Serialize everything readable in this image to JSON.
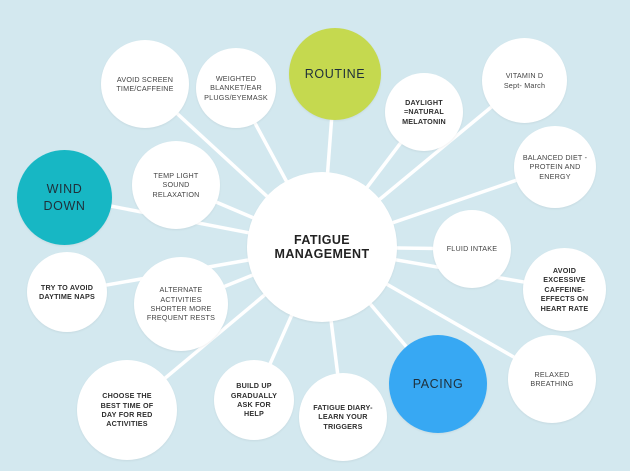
{
  "title": "",
  "colors": {
    "background": "#d3e8ef",
    "node": "#ffffff",
    "link": "#ffffff",
    "routine": "#c5d94f",
    "wind_down": "#17b7c4",
    "pacing": "#37a8f3"
  },
  "nodes": {
    "center": "FATIGUE MANAGEMENT",
    "routine": "ROUTINE",
    "wind_down": "WIND\nDOWN",
    "pacing": "PACING",
    "avoid_screen": "AVOID SCREEN\nTIME/CAFFEINE",
    "weighted": "WEIGHTED\nBLANKET/EAR\nPLUGS/EYEMASK",
    "daylight": "DAYLIGHT\n=NATURAL\nMELATONIN",
    "vitamin": "VITAMIN D\nSept- March",
    "balanced": "BALANCED DIET -\nPROTEIN AND\nENERGY",
    "temp": "TEMP LIGHT\nSOUND\nRELAXATION",
    "fluid": "FLUID INTAKE",
    "avoid_caffeine": "AVOID\nEXCESSIVE\nCAFFEINE-\nEFFECTS ON\nHEART RATE",
    "naps": "TRY TO AVOID\nDAYTIME NAPS",
    "alternate": "ALTERNATE\nACTIVITIES\nSHORTER MORE\nFREQUENT RESTS",
    "relaxed": "RELAXED\nBREATHING",
    "choose": "CHOOSE THE\nBEST TIME OF\nDAY FOR RED\nACTIVITIES",
    "build": "BUILD UP\nGRADUALLY\nASK FOR\nHELP",
    "diary": "FATIGUE DIARY-\nLEARN YOUR\nTRIGGERS"
  }
}
